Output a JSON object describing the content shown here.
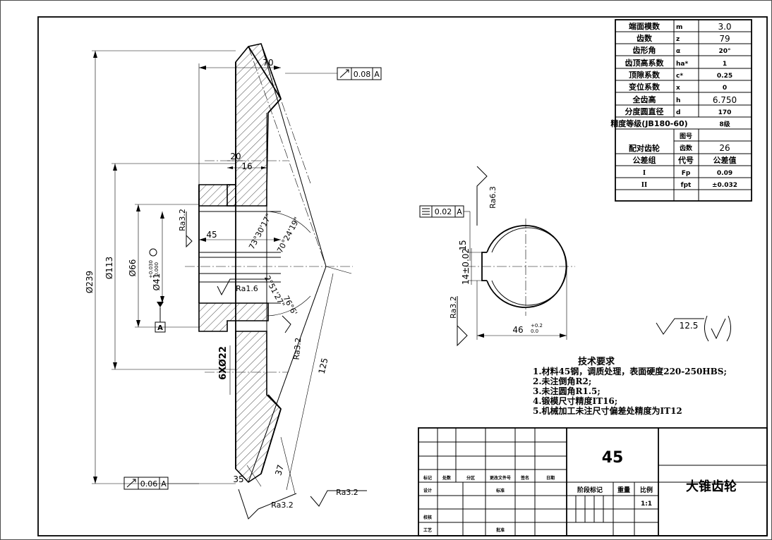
{
  "params": [
    {
      "name": "端面模数",
      "symbol": "m",
      "value": "3.0"
    },
    {
      "name": "齿数",
      "symbol": "z",
      "value": "79"
    },
    {
      "name": "齿形角",
      "symbol": "α",
      "value": "20°"
    },
    {
      "name": "齿顶高系数",
      "symbol": "ha*",
      "value": "1"
    },
    {
      "name": "顶隙系数",
      "symbol": "c*",
      "value": "0.25"
    },
    {
      "name": "变位系数",
      "symbol": "x",
      "value": "0"
    },
    {
      "name": "全齿高",
      "symbol": "h",
      "value": "6.750"
    },
    {
      "name": "分度圆直径",
      "symbol": "d",
      "value": "170"
    }
  ],
  "accuracy": {
    "label": "精度等级(JB180-60)",
    "value": "8级"
  },
  "mating": {
    "label": "配对齿轮",
    "drawing_no_label": "图号",
    "drawing_no_value": "",
    "teeth_label": "齿数",
    "teeth_value": "26"
  },
  "tolerance_header": {
    "group": "公差组",
    "code": "代号",
    "value": "公差值"
  },
  "tolerances": [
    {
      "group": "I",
      "code": "Fp",
      "value": "0.09"
    },
    {
      "group": "II",
      "code": "fpt",
      "value": "±0.032"
    }
  ],
  "tech_req": {
    "title": "技术要求",
    "items": [
      "1.材料45钢，调质处理，表面硬度220-250HBS;",
      "2.未注倒角R2;",
      "3.未注圆角R1.5;",
      "4.锻模尺寸精度IT16;",
      "5.机械加工未注尺寸偏差处精度为IT12"
    ]
  },
  "general_roughness": "12.5",
  "title_block": {
    "material": "45",
    "part_name": "大锥齿轮",
    "scale_label": "比例",
    "scale": "1:1",
    "stage_label": "阶段标记",
    "weight_label": "重量",
    "row_labels": [
      "标记",
      "处数",
      "分区",
      "更改文件号",
      "签名",
      "日期"
    ],
    "design": "设计",
    "standardize": "标准",
    "check": "校核",
    "process": "工艺",
    "approve": "批准"
  },
  "dims": {
    "d239": "Ø239",
    "d113": "Ø113",
    "d66": "Ø66",
    "d41": "Ø41",
    "d41_tol_up": "+0.030",
    "d41_tol_low": "0.000",
    "l70": "70",
    "l20": "20",
    "l16": "16",
    "l45": "45",
    "l125": "125",
    "l35": "35",
    "l37": "37",
    "holes": "6XØ22",
    "ang1": "73°30'17\"",
    "ang2": "70°24'19\"",
    "ang3": "2°51'27\"",
    "ang4": "76°6'",
    "key_w": "14±0.02",
    "key_l": "46",
    "key_tol_up": "+0.2",
    "key_tol_low": "0.0",
    "key_h": "15"
  },
  "roughness": {
    "ra32_top": "Ra3.2",
    "ra16": "Ra1.6",
    "ra32_mid": "Ra3.2",
    "ra32_bot1": "Ra3.2",
    "ra32_bot2": "Ra3.2",
    "ra63": "Ra6.3",
    "ra32_key": "Ra3.2"
  },
  "tolerance_frames": {
    "runout_top": {
      "value": "0.08",
      "datum": "A"
    },
    "runout_bot": {
      "value": "0.06",
      "datum": "A"
    },
    "symmetry": {
      "value": "0.02",
      "datum": "A"
    }
  },
  "datum": "A"
}
